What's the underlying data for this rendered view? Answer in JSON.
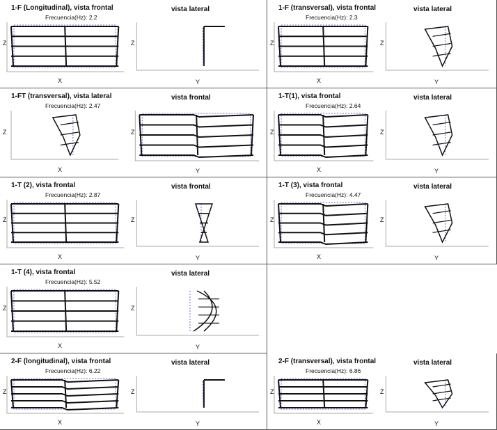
{
  "freq_prefix": "Frecuencia(Hz): ",
  "axes": {
    "x": "X",
    "y": "Y",
    "z": "Z"
  },
  "modes": [
    {
      "title": "1-F (Longitudinal), vista frontal",
      "freq": "2.2",
      "second_view": "vista lateral",
      "left": "front",
      "right": "lateral-cantilever"
    },
    {
      "title": "1-F (transversal), vista frontal",
      "freq": "2.3",
      "second_view": "vista lateral",
      "left": "front",
      "right": "lateral-twist"
    },
    {
      "title": "1-FT (transversal), vista lateral",
      "freq": "2.47",
      "second_view": "vista frontal",
      "left": "lateral-twist",
      "right": "front-kinked"
    },
    {
      "title": "1-T(1), vista frontal",
      "freq": "2.64",
      "second_view": "vista lateral",
      "left": "front-kinked",
      "right": "lateral-twist"
    },
    {
      "title": "1-T (2), vista frontal",
      "freq": "2.87",
      "second_view": "vista frontal",
      "left": "front",
      "right": "lateral-hourglass"
    },
    {
      "title": "1-T (3), vista frontal",
      "freq": "4.47",
      "second_view": "vista lateral",
      "left": "front-kinked",
      "right": "lateral-twist"
    },
    {
      "title": "1-T (4), vista frontal",
      "freq": "5.52",
      "second_view": "vista lateral",
      "left": "front",
      "right": "lateral-bulge"
    },
    {
      "title": "2-F (longitudinal), vista frontal",
      "freq": "6.22",
      "second_view": "vista lateral",
      "left": "front-kinked",
      "right": "lateral-cantilever"
    },
    {
      "title": "2-F (transversal), vista frontal",
      "freq": "6.86",
      "second_view": "vista lateral",
      "left": "front",
      "right": "lateral-twist"
    }
  ]
}
